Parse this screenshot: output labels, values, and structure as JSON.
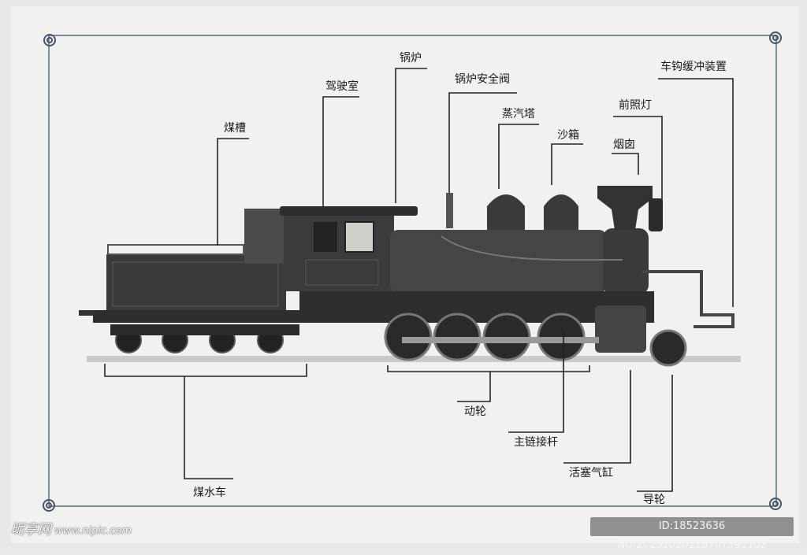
{
  "labels": {
    "coal_bunker": "煤槽",
    "cab": "驾驶室",
    "boiler": "锅炉",
    "safety_valve": "锅炉安全阀",
    "steam_dome": "蒸汽塔",
    "sand_box": "沙箱",
    "chimney": "烟囱",
    "headlight": "前照灯",
    "coupler": "车钩缓冲装置",
    "tender": "煤水车",
    "driving_wheels": "动轮",
    "main_rod": "主链接杆",
    "piston_cylinder": "活塞气缸",
    "pilot_wheel": "导轮"
  },
  "watermark": {
    "logo": "昵享网",
    "site": "www.nipic.com",
    "id_text": "ID:18523636 NO:20251010110707391102"
  },
  "colors": {
    "paper": "#f1f2ef",
    "frame": "#44566a",
    "loco": "#3a3a3a"
  }
}
